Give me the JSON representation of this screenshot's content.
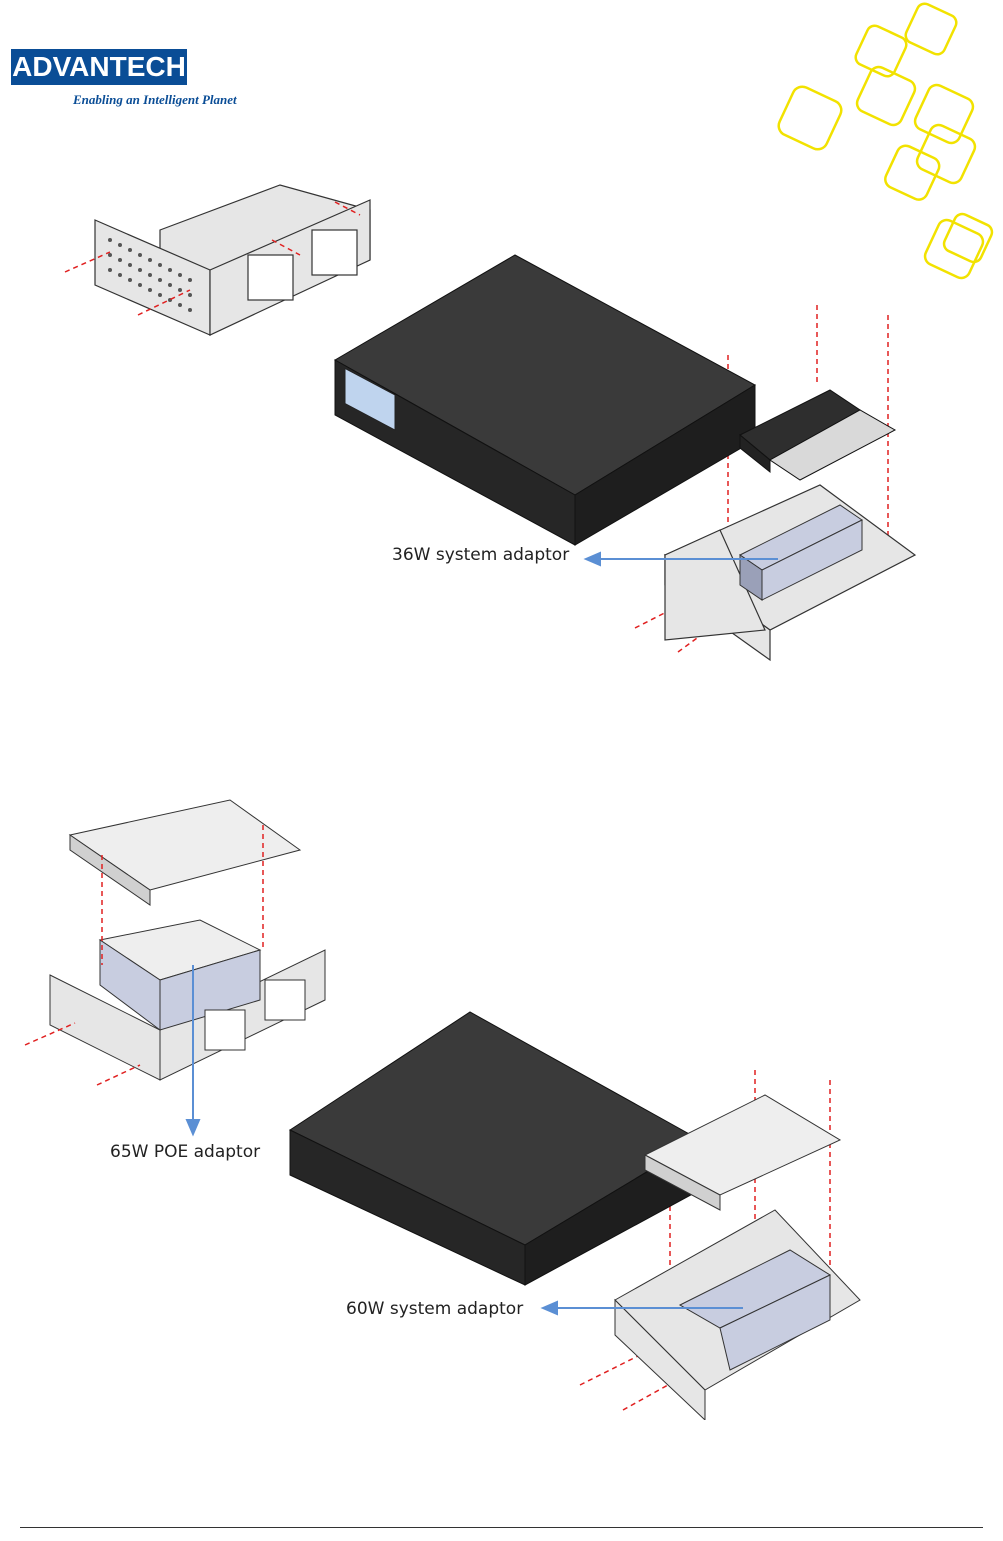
{
  "header": {
    "logo_text": "ADVANTECH",
    "tagline": "Enabling an Intelligent Planet",
    "brand_color": "#0a4d96",
    "decoration_color": "#f2e200"
  },
  "figure1": {
    "callout": "36W system adaptor"
  },
  "figure2": {
    "callout_poe": "65W POE adaptor",
    "callout_system": "60W system adaptor"
  },
  "colors": {
    "arrow": "#5b8fd4",
    "guide_line": "#e02020",
    "chassis": "#2a2a2a",
    "bracket": "#d9d9d9"
  }
}
